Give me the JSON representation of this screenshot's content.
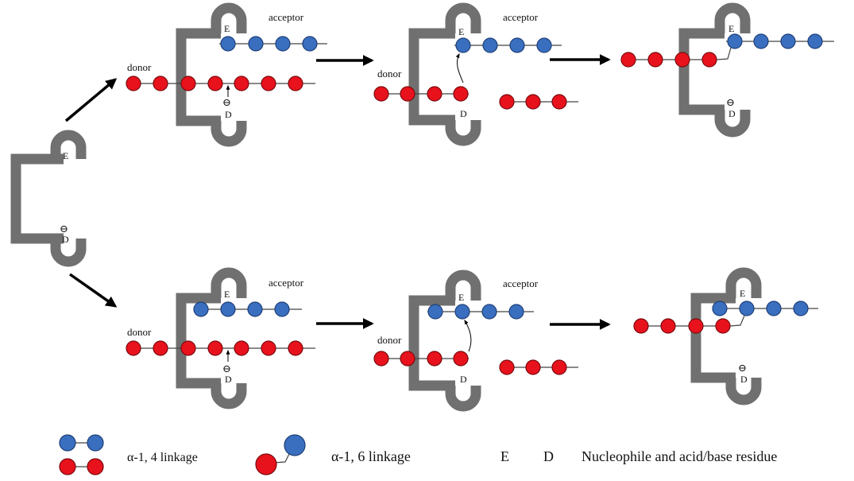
{
  "labels": {
    "donor": "donor",
    "acceptor": "acceptor",
    "E": "E",
    "D": "D",
    "charge": "⊖"
  },
  "legend": {
    "alpha14": "α-1, 4 linkage",
    "alpha16": "α-1, 6 linkage",
    "E": "E",
    "D": "D",
    "residues": "Nucleophile and acid/base residue"
  },
  "colors": {
    "glucose_donor": "#e8121c",
    "glucose_acceptor": "#3a6fbf",
    "enzyme": "#707070"
  }
}
